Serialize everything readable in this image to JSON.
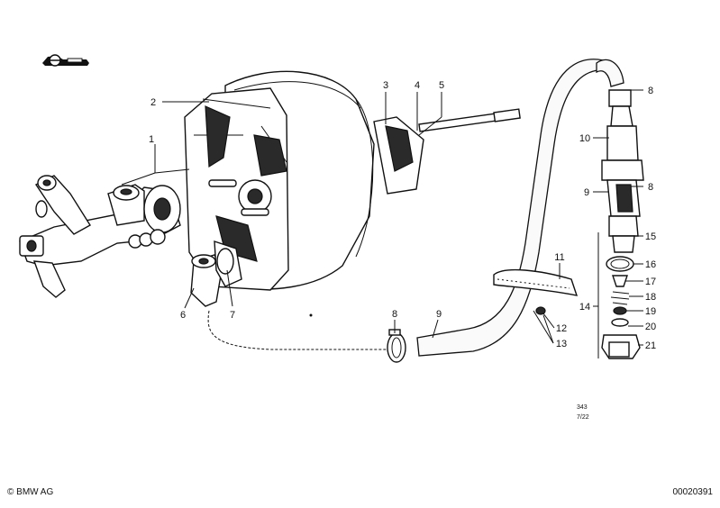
{
  "diagram": {
    "callouts": [
      {
        "id": "c1",
        "text": "1"
      },
      {
        "id": "c2",
        "text": "2"
      },
      {
        "id": "c3",
        "text": "3"
      },
      {
        "id": "c4",
        "text": "4"
      },
      {
        "id": "c5",
        "text": "5"
      },
      {
        "id": "c6",
        "text": "6"
      },
      {
        "id": "c7",
        "text": "7"
      },
      {
        "id": "c8a",
        "text": "8"
      },
      {
        "id": "c9a",
        "text": "9"
      },
      {
        "id": "c11",
        "text": "11"
      },
      {
        "id": "c12",
        "text": "12"
      },
      {
        "id": "c13",
        "text": "13"
      },
      {
        "id": "c8b",
        "text": "8"
      },
      {
        "id": "c10",
        "text": "10"
      },
      {
        "id": "c9b",
        "text": "9"
      },
      {
        "id": "c8c",
        "text": "8"
      },
      {
        "id": "c15",
        "text": "15"
      },
      {
        "id": "c16",
        "text": "16"
      },
      {
        "id": "c17",
        "text": "17"
      },
      {
        "id": "c18",
        "text": "18"
      },
      {
        "id": "c14",
        "text": "14"
      },
      {
        "id": "c19",
        "text": "19"
      },
      {
        "id": "c20",
        "text": "20"
      },
      {
        "id": "c21",
        "text": "21"
      }
    ],
    "drawing_code_line1": "343",
    "drawing_code_line2": "7/22"
  },
  "footer": {
    "copyright": "© BMW AG",
    "image_id": "00020391"
  }
}
